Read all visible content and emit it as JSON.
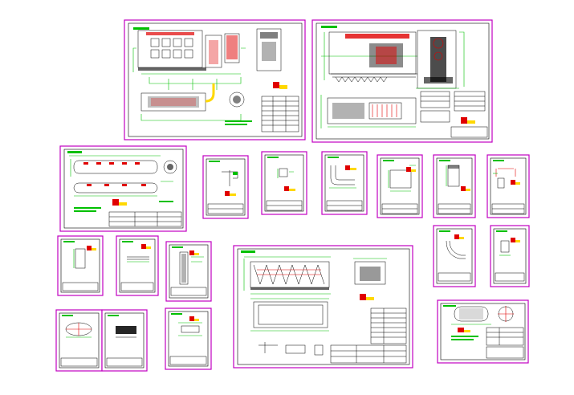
{
  "drawing_set": {
    "background": "#ffffff",
    "colors": {
      "sheet_frame": "#c000c0",
      "linework": "#000000",
      "dimension_lines": "#00c000",
      "highlight": "#e00000",
      "section_lines": "#0000d0",
      "stamp": "#ffd800"
    },
    "sheets": [
      {
        "id": "boiler-general-arrangement",
        "kind": "large"
      },
      {
        "id": "boiler-section-views",
        "kind": "large"
      },
      {
        "id": "drum-assembly",
        "kind": "medium"
      },
      {
        "id": "part-1",
        "kind": "small"
      },
      {
        "id": "part-2",
        "kind": "small"
      },
      {
        "id": "part-3",
        "kind": "small"
      },
      {
        "id": "part-4",
        "kind": "small"
      },
      {
        "id": "part-5",
        "kind": "small"
      },
      {
        "id": "part-6",
        "kind": "small"
      },
      {
        "id": "part-7",
        "kind": "small"
      },
      {
        "id": "part-8",
        "kind": "small"
      },
      {
        "id": "part-9",
        "kind": "small"
      },
      {
        "id": "grate-assembly",
        "kind": "large"
      },
      {
        "id": "part-10",
        "kind": "small"
      },
      {
        "id": "part-11",
        "kind": "small"
      },
      {
        "id": "part-12",
        "kind": "small"
      },
      {
        "id": "part-13",
        "kind": "small"
      },
      {
        "id": "part-14",
        "kind": "small"
      },
      {
        "id": "tank-assembly",
        "kind": "medium"
      }
    ]
  }
}
